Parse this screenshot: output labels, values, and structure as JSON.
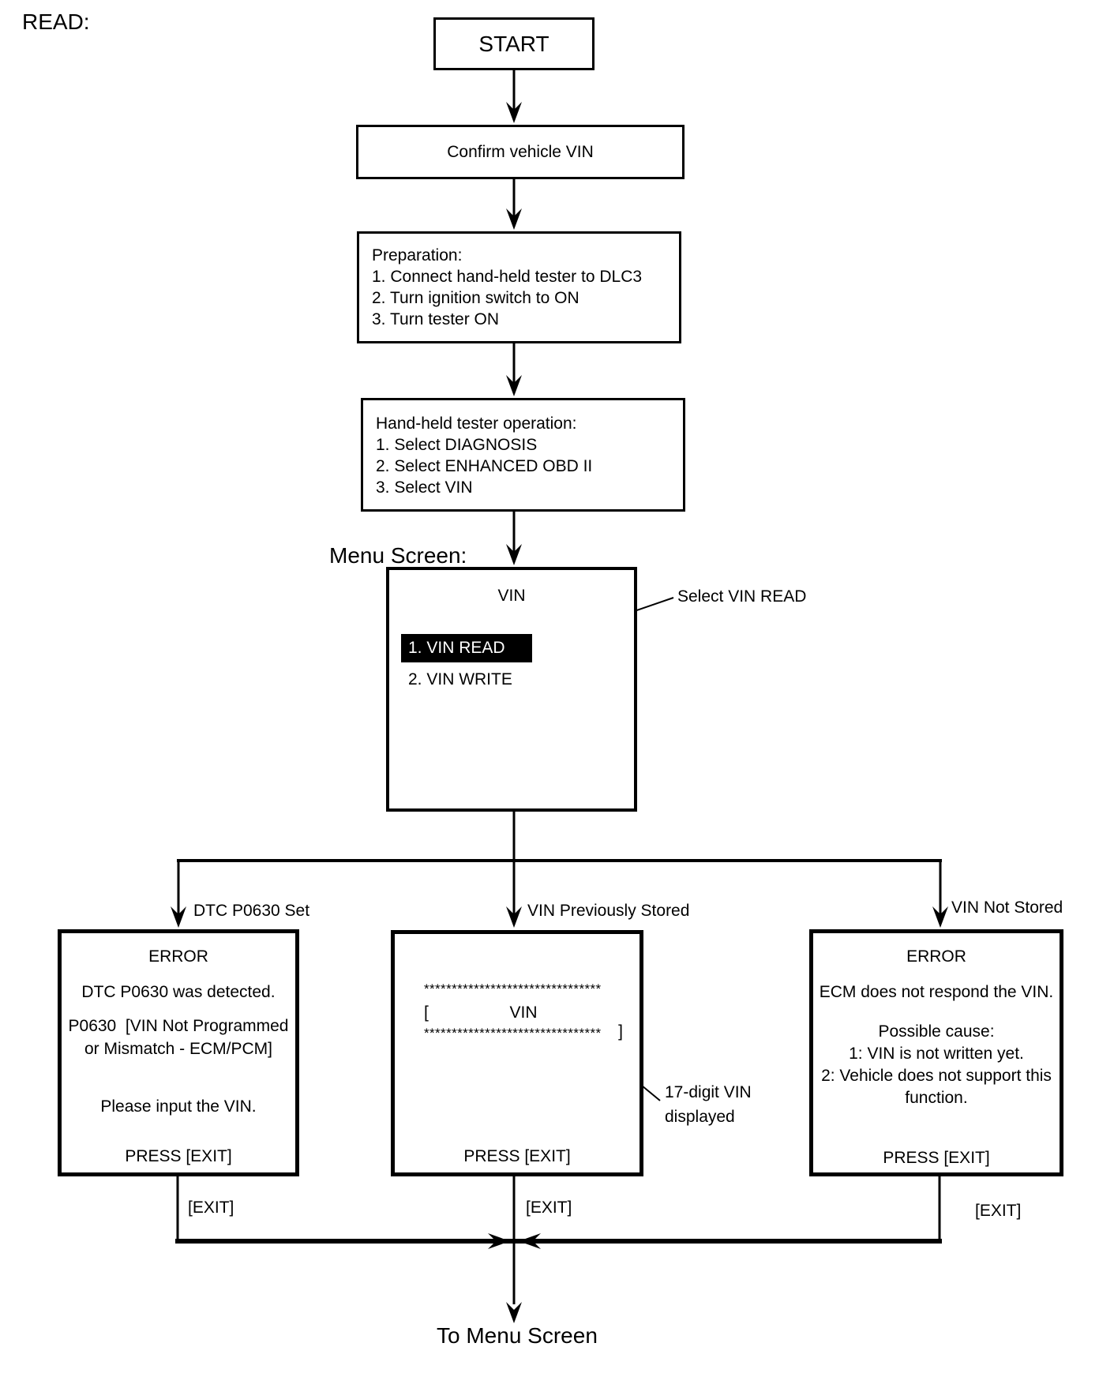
{
  "colors": {
    "ink": "#000000",
    "paper": "#ffffff",
    "highlight_bg": "#000000",
    "highlight_fg": "#ffffff"
  },
  "page": {
    "read_label": "READ:",
    "menu_screen_label": "Menu Screen:",
    "to_menu_screen_label": "To Menu Screen"
  },
  "flow": {
    "start_label": "START",
    "confirm_label": "Confirm vehicle VIN",
    "preparation": {
      "title": "Preparation:",
      "steps": [
        "1. Connect hand-held tester to DLC3",
        "2. Turn ignition switch to ON",
        "3. Turn tester ON"
      ]
    },
    "tester_operation": {
      "title": "Hand-held tester operation:",
      "steps": [
        "1. Select DIAGNOSIS",
        "2. Select ENHANCED OBD II",
        "3. Select VIN"
      ]
    },
    "vin_menu": {
      "title": "VIN",
      "item_selected": "1. VIN READ",
      "item_unselected": "2. VIN WRITE",
      "callout": "Select VIN READ"
    }
  },
  "branches": {
    "dtc_set": {
      "label": "DTC P0630 Set",
      "heading": "ERROR",
      "line1": "DTC P0630 was detected.",
      "line2a": "P0630  [VIN Not Programmed",
      "line2b": "or Mismatch - ECM/PCM]",
      "line3": "Please input the VIN.",
      "press": "PRESS [EXIT]",
      "exit": "[EXIT]"
    },
    "stored": {
      "label": "VIN Previously Stored",
      "stars_top": "********************************",
      "bracket_open": "[",
      "vin_label": "VIN",
      "bracket_close": "]",
      "stars_bottom": "********************************",
      "press": "PRESS [EXIT]",
      "exit": "[EXIT]",
      "callout_line1": "17-digit VIN",
      "callout_line2": "displayed"
    },
    "not_stored": {
      "label": "VIN Not Stored",
      "heading": "ERROR",
      "line1": "ECM does not respond the VIN.",
      "line2": "Possible cause:",
      "line3": "1: VIN is not written yet.",
      "line4": "2: Vehicle does not support this",
      "line5": "function.",
      "press": "PRESS [EXIT]",
      "exit": "[EXIT]"
    }
  }
}
